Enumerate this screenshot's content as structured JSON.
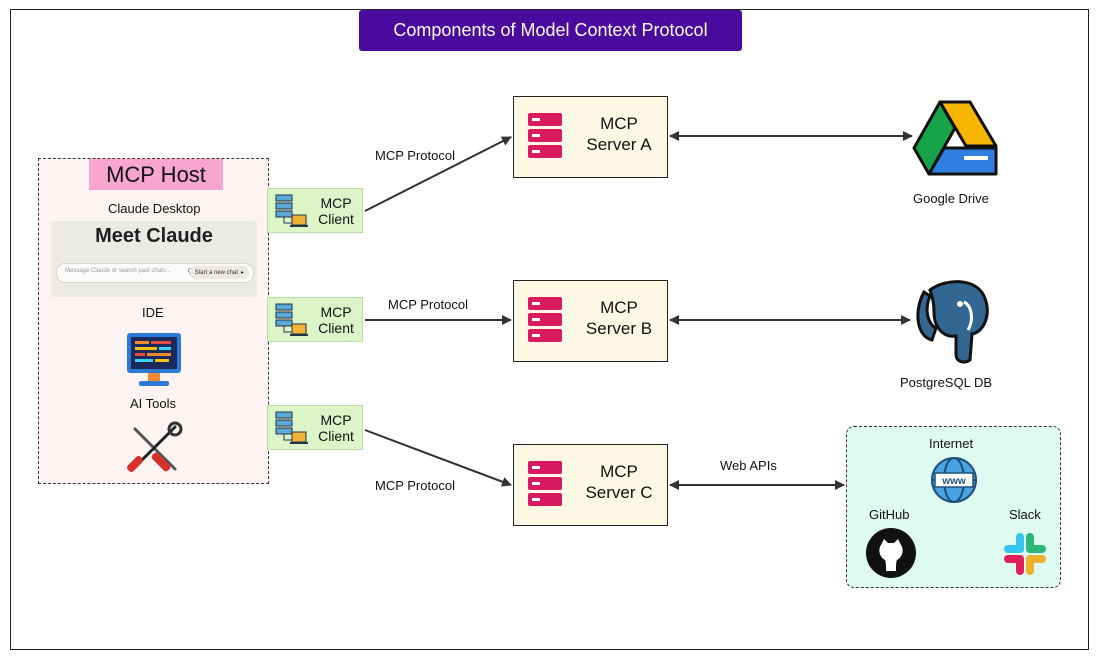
{
  "title": "Components of Model Context Protocol",
  "host": {
    "title": "MCP Host",
    "claude_desktop": "Claude Desktop",
    "card": {
      "heading": "Meet Claude",
      "placeholder": "Message Claude or search past chats...",
      "button": "Start a new chat"
    },
    "ide": "IDE",
    "ai_tools": "AI Tools"
  },
  "clients": [
    {
      "line1": "MCP",
      "line2": "Client"
    },
    {
      "line1": "MCP",
      "line2": "Client"
    },
    {
      "line1": "MCP",
      "line2": "Client"
    }
  ],
  "protocol_labels": [
    "MCP Protocol",
    "MCP Protocol",
    "MCP Protocol"
  ],
  "servers": [
    {
      "line1": "MCP",
      "line2": "Server A"
    },
    {
      "line1": "MCP",
      "line2": "Server B"
    },
    {
      "line1": "MCP",
      "line2": "Server C"
    }
  ],
  "web_apis": "Web APIs",
  "resources": {
    "google_drive": "Google Drive",
    "postgres": "PostgreSQL DB",
    "internet": "Internet",
    "internet_badge": "www",
    "github": "GitHub",
    "slack": "Slack"
  },
  "colors": {
    "title_bg": "#4b0a9e",
    "host_title_bg": "#f8a6d0",
    "client_bg": "#dcf5c8",
    "server_bg": "#fdf8e4",
    "server_icon": "#d81b60",
    "external_bg": "#dffaf0"
  }
}
